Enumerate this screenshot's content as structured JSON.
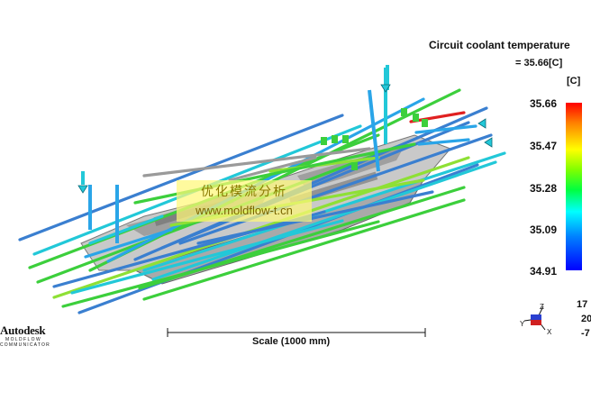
{
  "legend": {
    "title": "Circuit coolant temperature",
    "current_value": "= 35.66[C]",
    "unit": "[C]",
    "ticks": [
      "35.66",
      "35.47",
      "35.28",
      "35.09",
      "34.91"
    ],
    "colors": {
      "max": "#ff0000",
      "mid_high": "#ffff00",
      "mid": "#00ff40",
      "mid_low": "#00ffff",
      "min": "#0000ff"
    }
  },
  "watermark": {
    "line1": "优化模流分析",
    "line2": "www.moldflow-t.cn"
  },
  "scale_bar": {
    "label": "Scale (1000 mm)"
  },
  "logo": {
    "name": "Autodesk",
    "sub1": "MOLDFLOW",
    "sub2": "COMMUNICATOR"
  },
  "orientation": {
    "axis_z": "Z",
    "axis_y": "Y",
    "axis_x": "X",
    "values": [
      "17",
      "20",
      "-7"
    ]
  },
  "pipe_colors": {
    "blue": "#3a7fd0",
    "cyan": "#22c8d8",
    "lightblue": "#2aa5e8",
    "green": "#3ccf3c",
    "lime": "#8ee035",
    "red": "#e02020",
    "gray": "#9a9a9a",
    "dark": "#555555"
  }
}
